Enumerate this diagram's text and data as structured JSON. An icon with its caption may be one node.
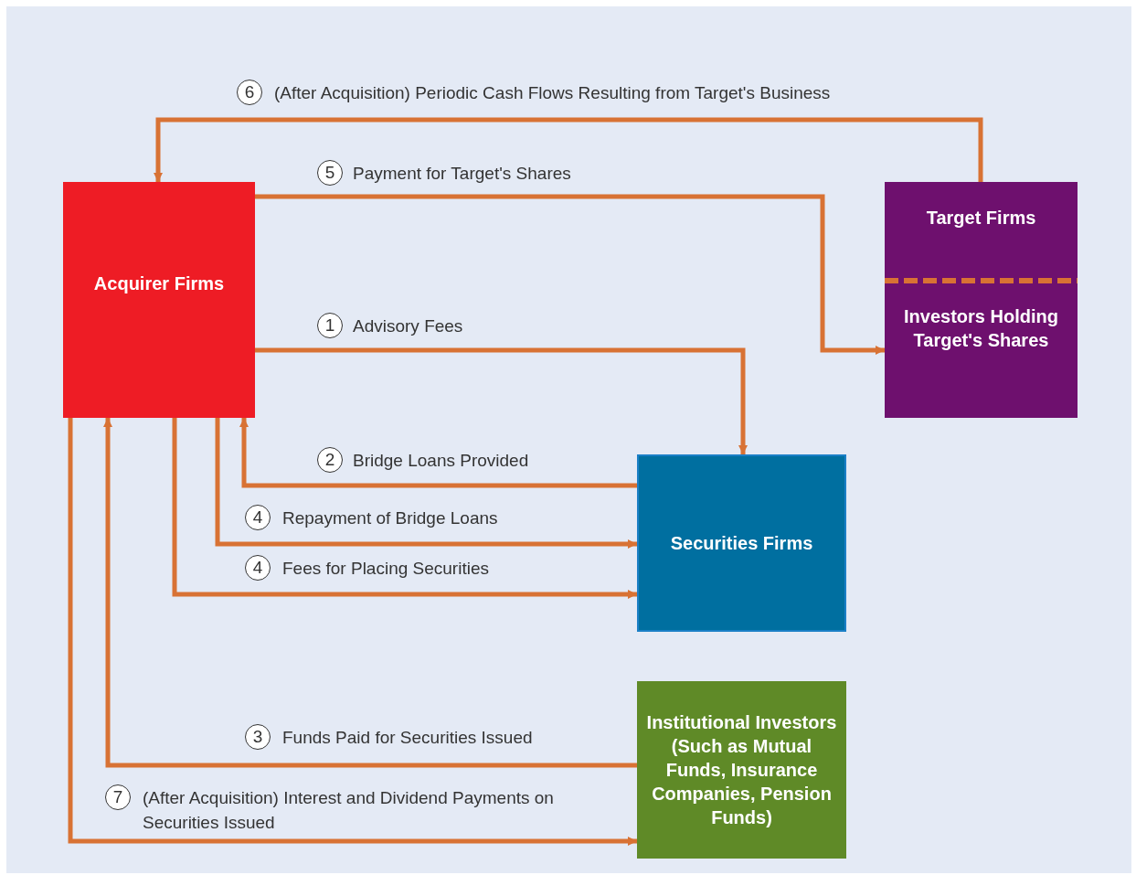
{
  "diagram": {
    "nodes": [
      {
        "text": [
          "Acquirer Firms"
        ]
      },
      {
        "text": [
          "Target Firms"
        ]
      },
      {
        "text": [
          "Investors Holding Target's Shares"
        ]
      },
      {
        "text": [
          "Securities Firms"
        ]
      },
      {
        "text": [
          "Institutional Investors (Such as Mutual Funds, Insurance Companies, Pension Funds)"
        ]
      }
    ],
    "edges": [
      {
        "from": 1,
        "to": 0,
        "arrow": "to",
        "label": "(After Acquisition) Periodic Cash Flows Resulting from Target's Business"
      },
      {
        "from": 0,
        "to": 2,
        "arrow": "to",
        "label": "Payment for Target's Shares"
      },
      {
        "from": 0,
        "to": 3,
        "arrow": "to",
        "label": "Advisory Fees"
      },
      {
        "from": 3,
        "to": 0,
        "arrow": "to",
        "label": "Bridge Loans Provided"
      },
      {
        "from": 0,
        "to": 3,
        "arrow": "to",
        "label": "Repayment of Bridge Loans"
      },
      {
        "from": 0,
        "to": 3,
        "arrow": "to",
        "label": "Fees for Placing Securities"
      },
      {
        "from": 4,
        "to": 0,
        "arrow": "to",
        "label": "Funds Paid for Securities Issued"
      },
      {
        "from": 0,
        "to": 4,
        "arrow": "to",
        "label": "(After Acquisition) Interest and Dividend Payments on Securities Issued"
      }
    ],
    "labels": [
      "6",
      "5",
      "1",
      "2",
      "4",
      "4",
      "3",
      "7"
    ]
  }
}
